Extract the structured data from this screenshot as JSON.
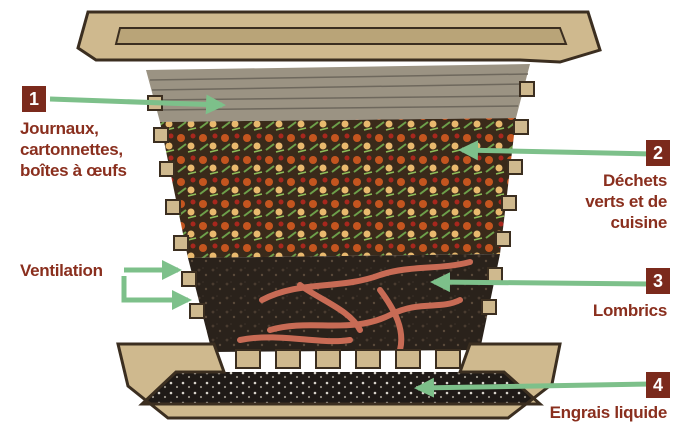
{
  "labels": {
    "item1": {
      "number": "1",
      "text": "Journaux,\ncartonnettes,\nboîtes à œufs"
    },
    "item2": {
      "number": "2",
      "text": "Déchets\nverts et de\ncuisine"
    },
    "item3": {
      "number": "3",
      "text": "Lombrics"
    },
    "item4": {
      "number": "4",
      "text": "Engrais liquide"
    },
    "ventilation": "Ventilation"
  },
  "colors": {
    "badge": "#7b2a1c",
    "label_text": "#8a2f1e",
    "arrow": "#7dc08a",
    "frame": "#cfb98e",
    "frame_outline": "#3b2e20"
  },
  "icons": [
    "arrow-right-icon",
    "arrow-left-icon"
  ]
}
